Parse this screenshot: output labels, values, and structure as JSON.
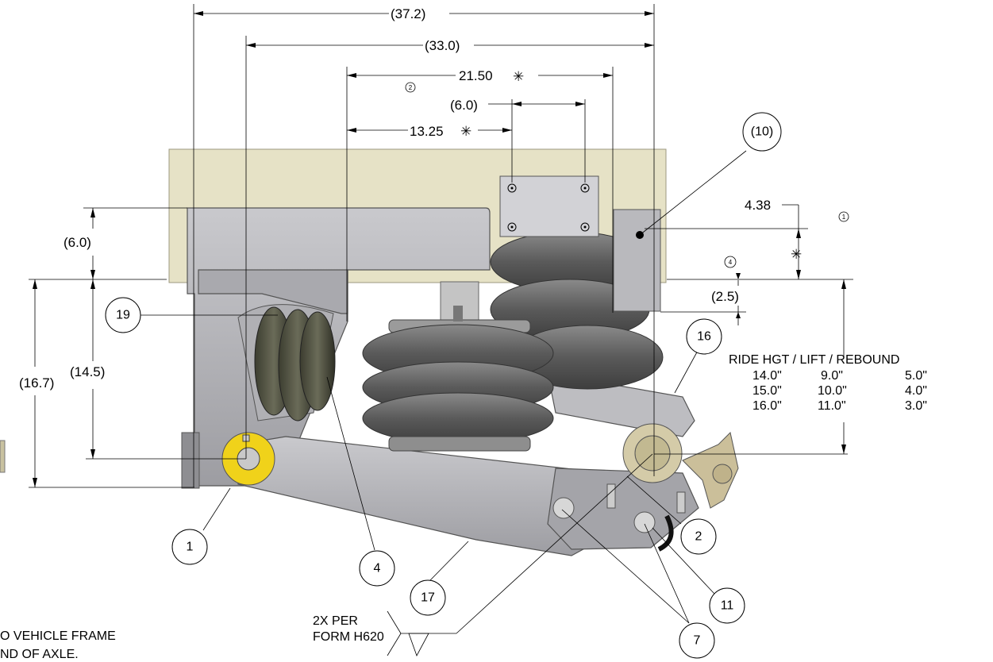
{
  "dimensions": {
    "overall_width": "(37.2)",
    "pivot_to_axle": "(33.0)",
    "air_spring_spacing": "21.50",
    "air_spring_note": "2",
    "hanger_bolt_spacing": "(6.0)",
    "front_spring_offset": "13.25",
    "frame_height": "(6.0)",
    "axle_offset": "4.38",
    "axle_offset_note": "1",
    "ride_height_note": "4",
    "beam_drop": "(2.5)",
    "ride_height_total": "(16.7)",
    "hanger_height": "(14.5)",
    "star_symbol": "✳"
  },
  "ride_height_table": {
    "header": "RIDE HGT / LIFT / REBOUND",
    "rows": [
      [
        "14.0\"",
        "9.0\"",
        "5.0\""
      ],
      [
        "15.0\"",
        "10.0\"",
        "4.0\""
      ],
      [
        "16.0\"",
        "11.0\"",
        "3.0\""
      ]
    ]
  },
  "callouts": {
    "c1": "1",
    "c2": "2",
    "c4": "4",
    "c7": "7",
    "c10": "(10)",
    "c11": "11",
    "c16": "16",
    "c17": "17",
    "c19": "19"
  },
  "weld_note": {
    "line1": "2X PER",
    "line2": "FORM H620"
  },
  "general_note": {
    "line1": "O VEHICLE FRAME",
    "line2": "ND OF AXLE."
  },
  "colors": {
    "frame": "#e6e2c6",
    "metal": "#b7b7bb",
    "air_spring": "#6c6c6c",
    "bushing_yellow": "#f0d21a",
    "bushing_tan": "#d4cba8"
  }
}
